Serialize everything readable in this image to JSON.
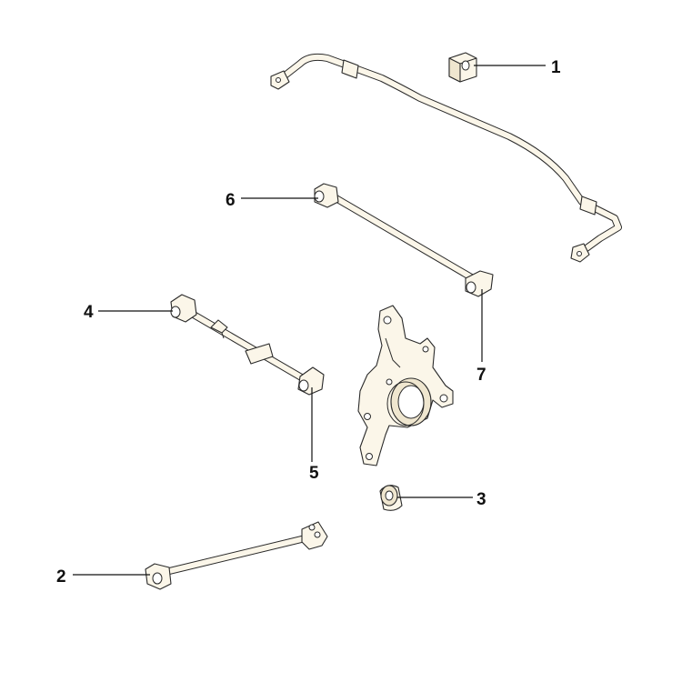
{
  "callouts": [
    "1",
    "2",
    "3",
    "4",
    "5",
    "6",
    "7"
  ],
  "colors": {
    "line": "#2a2a2a",
    "part_fill": "#fbf6e9",
    "background": "#ffffff"
  }
}
